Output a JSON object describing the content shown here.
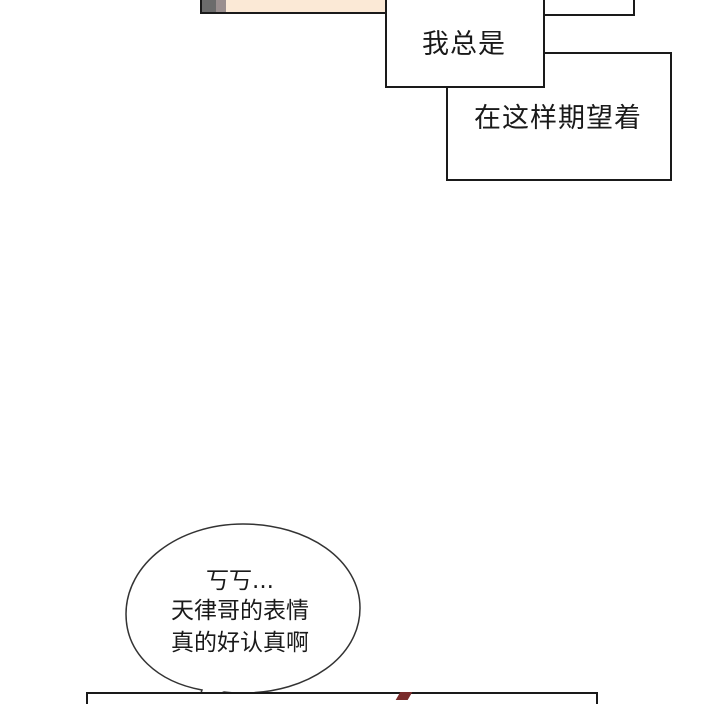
{
  "narration": {
    "line1": "我总是",
    "line2": "在这样期望着"
  },
  "speech_bubble": {
    "lines": [
      "丂丂...",
      "天律哥的表情",
      "真的好认真啊"
    ]
  },
  "colors": {
    "border": "#1a1a1a",
    "skin": "#fbe9d6",
    "hair": "#6b6b6b",
    "accent": "#7a2b2b"
  }
}
